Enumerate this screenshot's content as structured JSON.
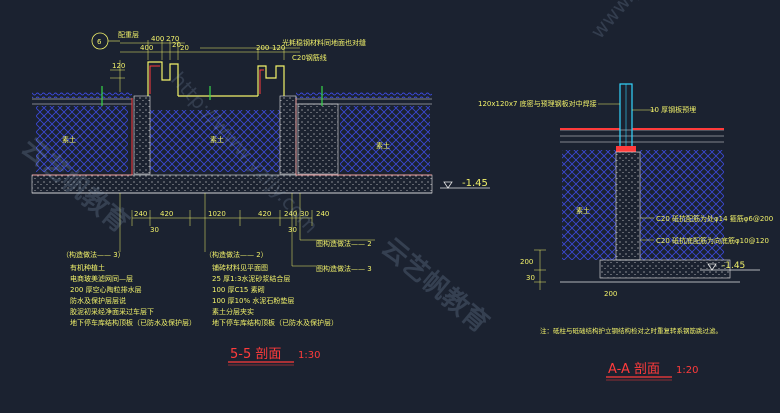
{
  "colors": {
    "background": "#1b2230",
    "line_yellow": "#f2f26a",
    "line_red": "#ff3b3b",
    "line_white": "#e6e6e6",
    "line_cyan": "#33d6ff",
    "hatch_blue": "#3a48d8",
    "line_green": "#37d84a"
  },
  "section_55": {
    "top_notes": [
      "光耗稳钢材料同地面也对缝",
      "C20钢筋线"
    ],
    "circle_label": "6",
    "side_label": "配重层",
    "top_dims": [
      "400",
      "270",
      "20",
      "400",
      "20",
      "120",
      "200",
      "120"
    ],
    "fill_labels": [
      "素土",
      "素土",
      "素土"
    ],
    "bottom_dims": [
      "240",
      "420",
      "1020",
      "420",
      "240",
      "30",
      "240"
    ],
    "bottom_sub_dims": [
      "30",
      "30"
    ],
    "elevation": "-1.45",
    "callout_right_a": "图构造做法—— 2",
    "callout_right_b": "图构造做法—— 3",
    "notes_left_title": "（构造做法—— 3）",
    "notes_left": [
      "有机种植土",
      "电商玻美滤网同—层",
      "200 厚空心陶粒排水层",
      "防水及保护层层说",
      "胶泥初采经净面采过车层下",
      "地下停车库结构顶板（已防水及保护层）"
    ],
    "notes_mid_title": "（构造做法—— 2）",
    "notes_mid": [
      "铺砖材料见平面图",
      "25 厚1:3水泥砂浆结合层",
      "100 厚C15  素砌",
      "100 厚10%   水泥石粉垫层",
      "素土分层夹实",
      "地下停车库结构顶板（已防水及保护层）"
    ],
    "title": "5-5 剖面",
    "scale": "1:30"
  },
  "section_aa": {
    "notes": [
      "120x120x7 底密与预理钢板对中焊接",
      "10 厚钢板预埋",
      "C20 砥抗配筋为处φ14  箍筋φ6@200",
      "C20 砥抗底配筋为向底筋φ10@120"
    ],
    "fill_label": "素土",
    "elevation": "-1.45",
    "dims_left": [
      "200",
      "200",
      "30"
    ],
    "footnote": "注：砥柱与砥础结构护立钢结构检对之时重复转系钢筋跳过滤。",
    "title": "A-A 剖面",
    "scale": "1:20"
  },
  "watermarks": [
    "云艺帆教育",
    "http://www.yzfjy.com",
    "云艺帆教育",
    "www.yzfjy.com"
  ]
}
